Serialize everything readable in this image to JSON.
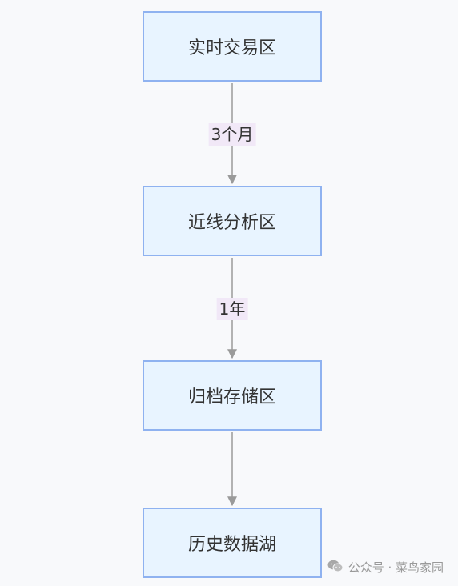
{
  "nodes": [
    {
      "id": "n1",
      "label": "实时交易区"
    },
    {
      "id": "n2",
      "label": "近线分析区"
    },
    {
      "id": "n3",
      "label": "归档存储区"
    },
    {
      "id": "n4",
      "label": "历史数据湖"
    }
  ],
  "edges": [
    {
      "from": "n1",
      "to": "n2",
      "label": "3个月"
    },
    {
      "from": "n2",
      "to": "n3",
      "label": "1年"
    },
    {
      "from": "n3",
      "to": "n4",
      "label": ""
    }
  ],
  "watermark": {
    "text": "公众号 · 菜鸟家园",
    "icon": "wechat-icon"
  },
  "colors": {
    "node_fill": "#e8f4ff",
    "node_border": "#8fb2f0",
    "edge": "#999999",
    "label_bg": "#f1e8f7"
  }
}
